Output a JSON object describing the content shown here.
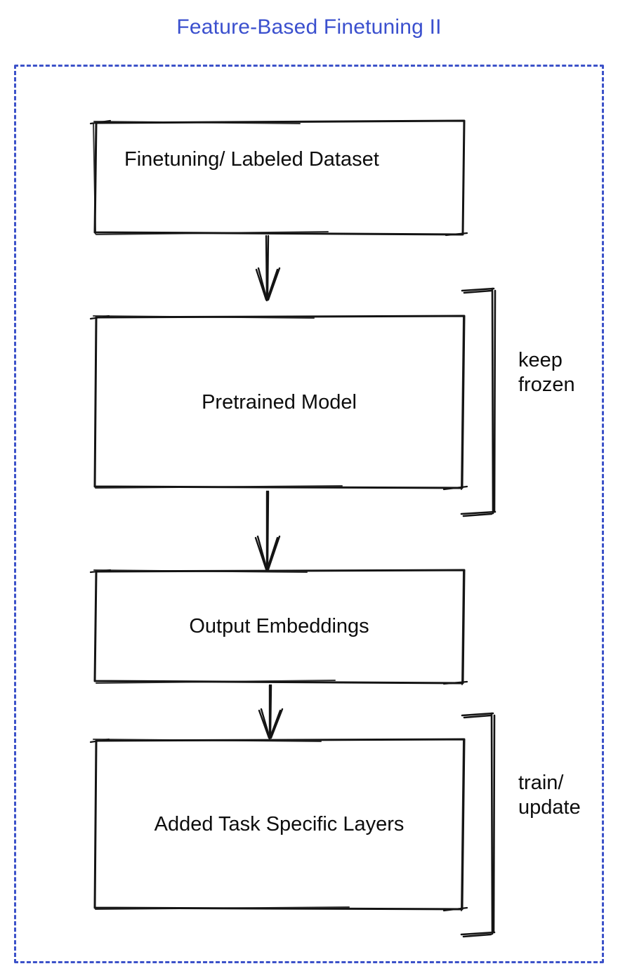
{
  "title": "Feature-Based Finetuning II",
  "boxes": [
    {
      "name": "finetuning-dataset",
      "label": "Finetuning/ Labeled Dataset",
      "fill": "#878e96"
    },
    {
      "name": "pretrained-model",
      "label": "Pretrained Model",
      "fill": "#4c6ef0"
    },
    {
      "name": "output-embeddings",
      "label": "Output Embeddings",
      "fill": "#878e96"
    },
    {
      "name": "added-task-specific-layers",
      "label": "Added Task Specific Layers",
      "fill": "#3dbe5b"
    }
  ],
  "annotations": [
    {
      "name": "keep-frozen",
      "label": "keep\nfrozen",
      "target": "pretrained-model"
    },
    {
      "name": "train-update",
      "label": "train/\nupdate",
      "target": "added-task-specific-layers"
    }
  ],
  "connectors": [
    {
      "from": "finetuning-dataset",
      "to": "pretrained-model"
    },
    {
      "from": "pretrained-model",
      "to": "output-embeddings"
    },
    {
      "from": "output-embeddings",
      "to": "added-task-specific-layers"
    }
  ],
  "colors": {
    "title_text": "#3b50ce",
    "dotted_border": "#3c52c9",
    "box_gray": "#878e96",
    "box_blue": "#4c6ef0",
    "box_green": "#3dbe5b",
    "sketch_stroke": "#141414",
    "background": "#ffffff"
  }
}
